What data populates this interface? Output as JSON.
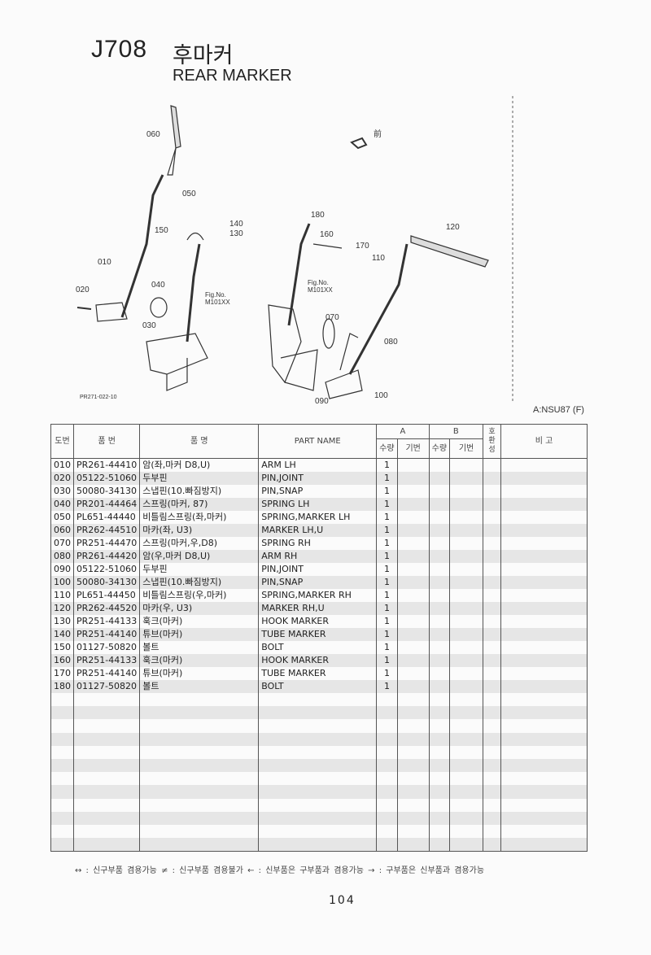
{
  "header": {
    "code": "J708",
    "title_ko": "후마커",
    "title_en": "REAR MARKER"
  },
  "diagram": {
    "callouts": [
      "060",
      "050",
      "150",
      "140",
      "130",
      "010",
      "040",
      "020",
      "030",
      "180",
      "160",
      "170",
      "120",
      "110",
      "070",
      "080",
      "090",
      "100"
    ],
    "fig_ref_1": "Fig.No.\nM101XX",
    "fig_ref_2": "Fig.No.\nM101XX",
    "front_label": "前",
    "drawing_code": "PR271-022-10",
    "model": "A:NSU87 (F)"
  },
  "table": {
    "headers": {
      "no": "도번",
      "part_no": "품  번",
      "name_ko": "품      명",
      "part_name": "PART NAME",
      "a": "A",
      "b": "B",
      "qty": "수량",
      "serial": "기번",
      "compat": "호\n환\n성",
      "remarks": "비   고"
    },
    "rows": [
      {
        "no": "010",
        "part_no": "PR261-44410",
        "name_ko": "암(좌,마커 D8,U)",
        "part_name": "ARM LH",
        "qty": "1"
      },
      {
        "no": "020",
        "part_no": "05122-51060",
        "name_ko": "두부핀",
        "part_name": "PIN,JOINT",
        "qty": "1"
      },
      {
        "no": "030",
        "part_no": "50080-34130",
        "name_ko": "스냅핀(10.빠짐방지)",
        "part_name": "PIN,SNAP",
        "qty": "1"
      },
      {
        "no": "040",
        "part_no": "PR201-44464",
        "name_ko": "스프링(마커, 87)",
        "part_name": "SPRING LH",
        "qty": "1"
      },
      {
        "no": "050",
        "part_no": "PL651-44440",
        "name_ko": "비틀림스프링(좌,마커)",
        "part_name": "SPRING,MARKER LH",
        "qty": "1"
      },
      {
        "no": "060",
        "part_no": "PR262-44510",
        "name_ko": "마카(좌, U3)",
        "part_name": "MARKER LH,U",
        "qty": "1"
      },
      {
        "no": "070",
        "part_no": "PR251-44470",
        "name_ko": "스프링(마커,우,D8)",
        "part_name": "SPRING RH",
        "qty": "1"
      },
      {
        "no": "080",
        "part_no": "PR261-44420",
        "name_ko": "암(우,마커 D8,U)",
        "part_name": "ARM RH",
        "qty": "1"
      },
      {
        "no": "090",
        "part_no": "05122-51060",
        "name_ko": "두부핀",
        "part_name": "PIN,JOINT",
        "qty": "1"
      },
      {
        "no": "100",
        "part_no": "50080-34130",
        "name_ko": "스냅핀(10.빠짐방지)",
        "part_name": "PIN,SNAP",
        "qty": "1"
      },
      {
        "no": "110",
        "part_no": "PL651-44450",
        "name_ko": "비틀림스프링(우,마커)",
        "part_name": "SPRING,MARKER RH",
        "qty": "1"
      },
      {
        "no": "120",
        "part_no": "PR262-44520",
        "name_ko": "마카(우, U3)",
        "part_name": "MARKER RH,U",
        "qty": "1"
      },
      {
        "no": "130",
        "part_no": "PR251-44133",
        "name_ko": "훅크(마커)",
        "part_name": "HOOK MARKER",
        "qty": "1"
      },
      {
        "no": "140",
        "part_no": "PR251-44140",
        "name_ko": "튜브(마커)",
        "part_name": "TUBE MARKER",
        "qty": "1"
      },
      {
        "no": "150",
        "part_no": "01127-50820",
        "name_ko": "볼트",
        "part_name": "BOLT",
        "qty": "1"
      },
      {
        "no": "160",
        "part_no": "PR251-44133",
        "name_ko": "훅크(마커)",
        "part_name": "HOOK MARKER",
        "qty": "1"
      },
      {
        "no": "170",
        "part_no": "PR251-44140",
        "name_ko": "튜브(마커)",
        "part_name": "TUBE MARKER",
        "qty": "1"
      },
      {
        "no": "180",
        "part_no": "01127-50820",
        "name_ko": "볼트",
        "part_name": "BOLT",
        "qty": "1"
      }
    ]
  },
  "legend": "↔ : 신구부품 겸용가능    ≠ : 신구부품 겸용불가    ← : 신부품은 구부품과 겸용가능    → : 구부품은 신부품과 겸용가능",
  "page_number": "104"
}
